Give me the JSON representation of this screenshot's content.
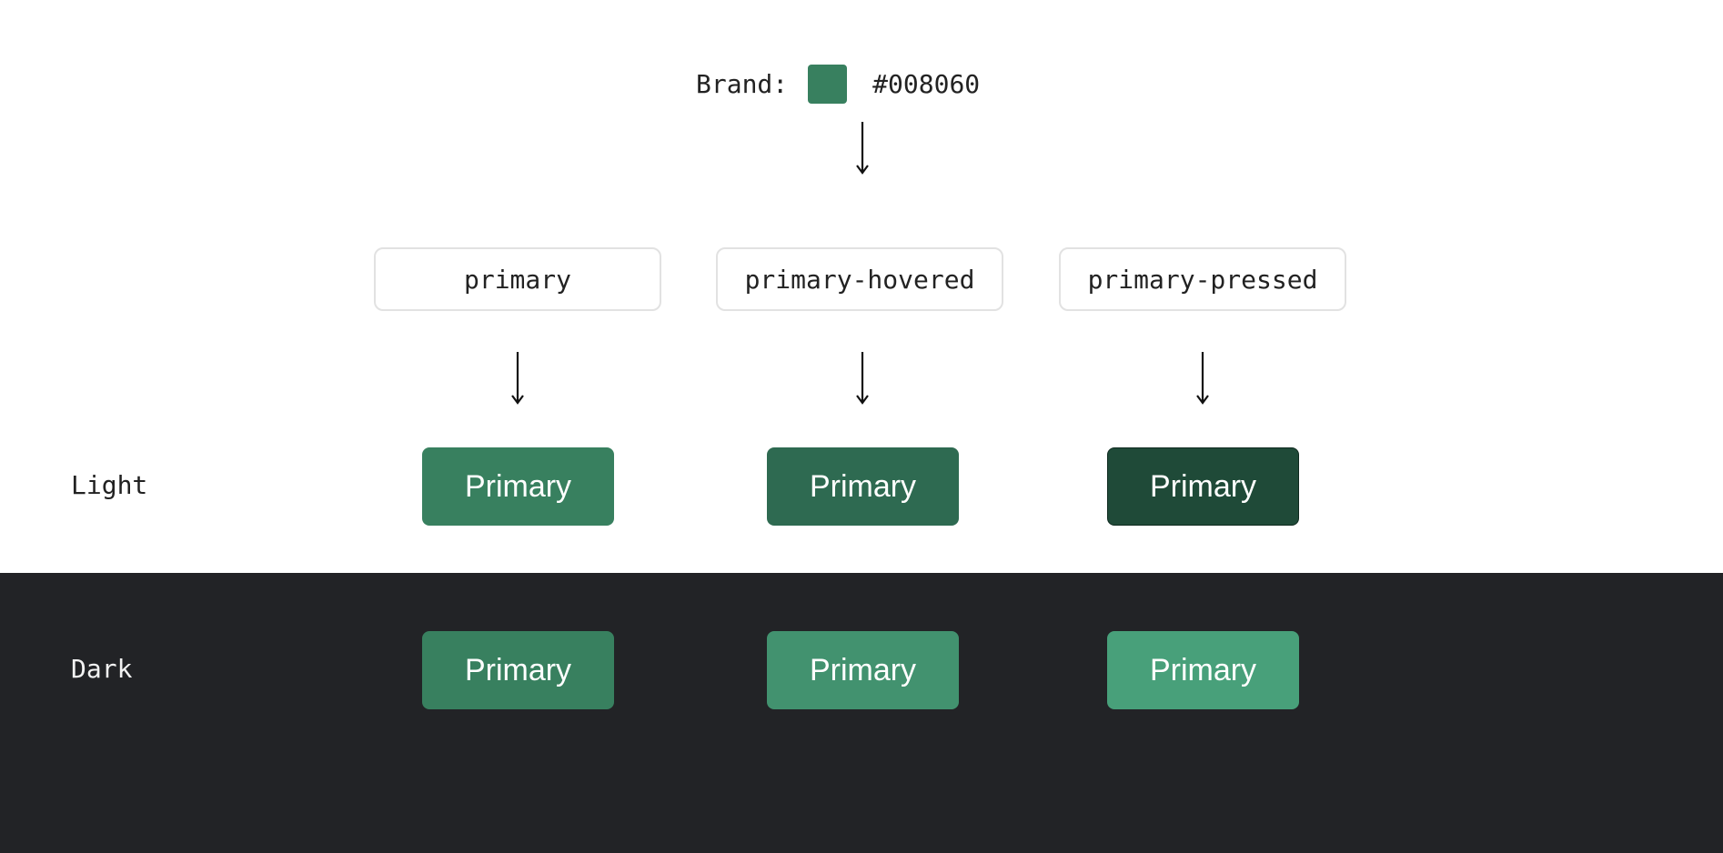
{
  "brand": {
    "label": "Brand:",
    "hex": "#008060",
    "swatch_color": "#38805f"
  },
  "tokens": [
    {
      "name": "primary"
    },
    {
      "name": "primary-hovered"
    },
    {
      "name": "primary-pressed"
    }
  ],
  "rows": {
    "light": {
      "label": "Light",
      "background": "#ffffff",
      "label_color": "#222222",
      "buttons": [
        {
          "label": "Primary",
          "color": "#38805f"
        },
        {
          "label": "Primary",
          "color": "#2e6a51"
        },
        {
          "label": "Primary",
          "color": "#1f4a38",
          "border": "#0f2a1f"
        }
      ]
    },
    "dark": {
      "label": "Dark",
      "background": "#222326",
      "label_color": "#f2f2f2",
      "buttons": [
        {
          "label": "Primary",
          "color": "#38805f"
        },
        {
          "label": "Primary",
          "color": "#42926f"
        },
        {
          "label": "Primary",
          "color": "#48a07a"
        }
      ]
    }
  },
  "arrow_glyph": "down-arrow"
}
